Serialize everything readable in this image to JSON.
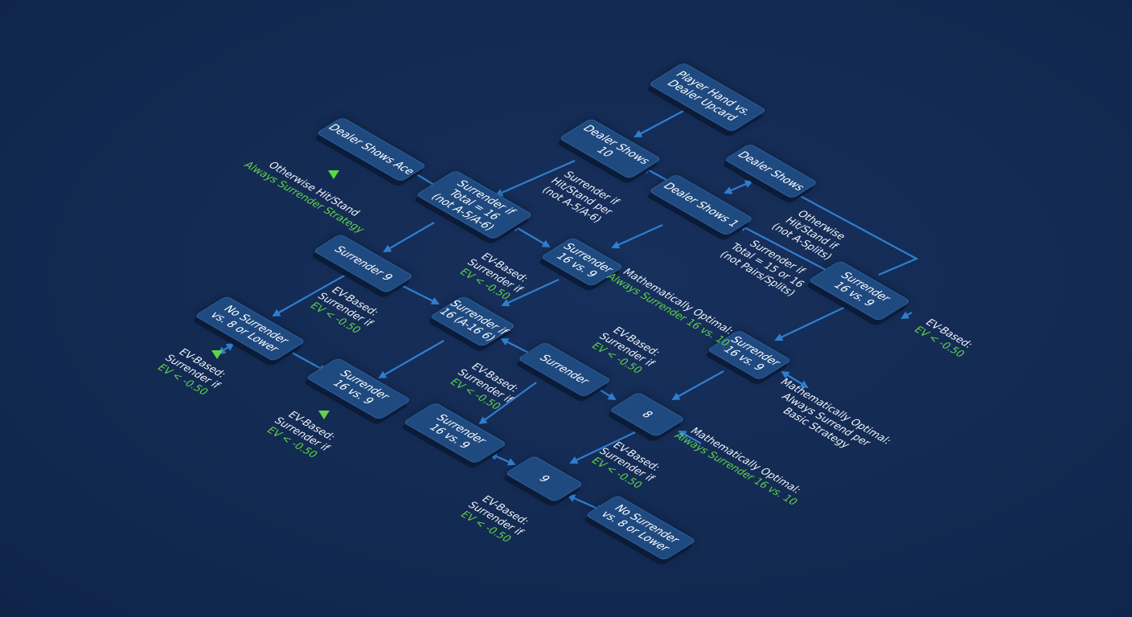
{
  "nodes": [
    {
      "id": "n1",
      "lines": [
        "Player Hand vs.",
        "Dealer Upcard"
      ]
    },
    {
      "id": "n2",
      "lines": [
        "Dealer Shows",
        "10"
      ]
    },
    {
      "id": "n3",
      "lines": [
        "Dealer Shows Ace"
      ]
    },
    {
      "id": "n4",
      "lines": [
        "Surrender if",
        "Total = 16",
        "(not A-5/A-6)"
      ]
    },
    {
      "id": "n5",
      "lines": [
        "Dealer Shows"
      ]
    },
    {
      "id": "n6",
      "lines": [
        "Dealer Shows 1"
      ]
    },
    {
      "id": "n7",
      "lines": [
        "Surrender 9"
      ]
    },
    {
      "id": "n8",
      "lines": [
        "Surrender",
        "16 vs. 9"
      ]
    },
    {
      "id": "n9",
      "lines": [
        "Surrender if",
        "16 (A-16 6)"
      ]
    },
    {
      "id": "n10",
      "lines": [
        "No Surrender",
        "vs. 8 or Lower"
      ]
    },
    {
      "id": "n11",
      "lines": [
        "Surrender",
        "16 vs. 9"
      ]
    },
    {
      "id": "n12",
      "lines": [
        "Surrender",
        "16 vs. 9"
      ]
    },
    {
      "id": "n13",
      "lines": [
        "Surrender"
      ]
    },
    {
      "id": "n14",
      "lines": [
        "Surrender",
        "16 vs. 9"
      ]
    },
    {
      "id": "n15",
      "lines": [
        "8"
      ]
    },
    {
      "id": "n16",
      "lines": [
        "Surrender",
        "16 vs. 9"
      ]
    },
    {
      "id": "n17",
      "lines": [
        "9"
      ]
    },
    {
      "id": "n18",
      "lines": [
        "No Surrender",
        "vs. 8 or Lower"
      ]
    }
  ],
  "labels": [
    {
      "id": "l1",
      "lines": [
        {
          "t": "Otherwise Hit/Stand",
          "c": "w"
        },
        {
          "t": "Always Surrender Strategy",
          "c": "g"
        }
      ]
    },
    {
      "id": "l2",
      "lines": [
        {
          "t": "Surrender if",
          "c": "w"
        },
        {
          "t": "Hit/Stand per",
          "c": "w"
        },
        {
          "t": "(not A-5/A-6)",
          "c": "w"
        }
      ]
    },
    {
      "id": "l3",
      "lines": [
        {
          "t": "Otherwise",
          "c": "w"
        },
        {
          "t": "Hit/Stand if",
          "c": "w"
        },
        {
          "t": "(not A-Splits)",
          "c": "w"
        }
      ]
    },
    {
      "id": "l4",
      "lines": [
        {
          "t": "Surrender if",
          "c": "w"
        },
        {
          "t": "Total = 15 or 16",
          "c": "w"
        },
        {
          "t": "(not Pairs/Splits)",
          "c": "w"
        }
      ]
    },
    {
      "id": "l5",
      "lines": [
        {
          "t": "EV-Based:",
          "c": "w"
        },
        {
          "t": "Surrender if",
          "c": "w"
        },
        {
          "t": "EV < -0.50",
          "c": "g"
        }
      ]
    },
    {
      "id": "l6",
      "lines": [
        {
          "t": "EV-Based:",
          "c": "w"
        },
        {
          "t": "Surrender if",
          "c": "w"
        },
        {
          "t": "EV < -0.50",
          "c": "g"
        }
      ]
    },
    {
      "id": "l7",
      "lines": [
        {
          "t": "Mathematically Optimal:",
          "c": "w"
        },
        {
          "t": "Always Surrender 16 vs. 10",
          "c": "g"
        }
      ]
    },
    {
      "id": "l8",
      "lines": [
        {
          "t": "EV-Based:",
          "c": "w"
        },
        {
          "t": "EV < -0.50",
          "c": "g"
        }
      ]
    },
    {
      "id": "l9",
      "lines": [
        {
          "t": "EV-Based:",
          "c": "w"
        },
        {
          "t": "Surrender if",
          "c": "w"
        },
        {
          "t": "EV < -0.50",
          "c": "g"
        }
      ]
    },
    {
      "id": "l10",
      "lines": [
        {
          "t": "EV-Based:",
          "c": "w"
        },
        {
          "t": "Surrender if",
          "c": "w"
        },
        {
          "t": "EV < -0.50",
          "c": "g"
        }
      ]
    },
    {
      "id": "l11",
      "lines": [
        {
          "t": "EV-Based:",
          "c": "w"
        },
        {
          "t": "Surrender if",
          "c": "w"
        },
        {
          "t": "EV < -0.50",
          "c": "g"
        }
      ]
    },
    {
      "id": "l12",
      "lines": [
        {
          "t": "EV-Based:",
          "c": "w"
        },
        {
          "t": "Surrender if",
          "c": "w"
        },
        {
          "t": "EV < -0.50",
          "c": "g"
        }
      ]
    },
    {
      "id": "l13",
      "lines": [
        {
          "t": "Mathematically Optimal:",
          "c": "w"
        },
        {
          "t": "Always Surrend per",
          "c": "w"
        },
        {
          "t": "Basic Strategy",
          "c": "w"
        }
      ]
    },
    {
      "id": "l14",
      "lines": [
        {
          "t": "EV-Based:",
          "c": "w"
        },
        {
          "t": "Surrender if",
          "c": "w"
        },
        {
          "t": "EV < -0.50",
          "c": "g"
        }
      ]
    },
    {
      "id": "l15",
      "lines": [
        {
          "t": "Mathematically Optimal:",
          "c": "w"
        },
        {
          "t": "Always Surrender 16 vs. 10",
          "c": "g"
        }
      ]
    },
    {
      "id": "l16",
      "lines": [
        {
          "t": "EV-Based:",
          "c": "w"
        },
        {
          "t": "Surrender if",
          "c": "w"
        },
        {
          "t": "EV < -0.50",
          "c": "g"
        }
      ]
    }
  ],
  "colors": {
    "background": "#13284f",
    "node": "#1f4a80",
    "edge": "#2f7fd0",
    "accent": "#5fd44a",
    "text": "#ffffff"
  }
}
